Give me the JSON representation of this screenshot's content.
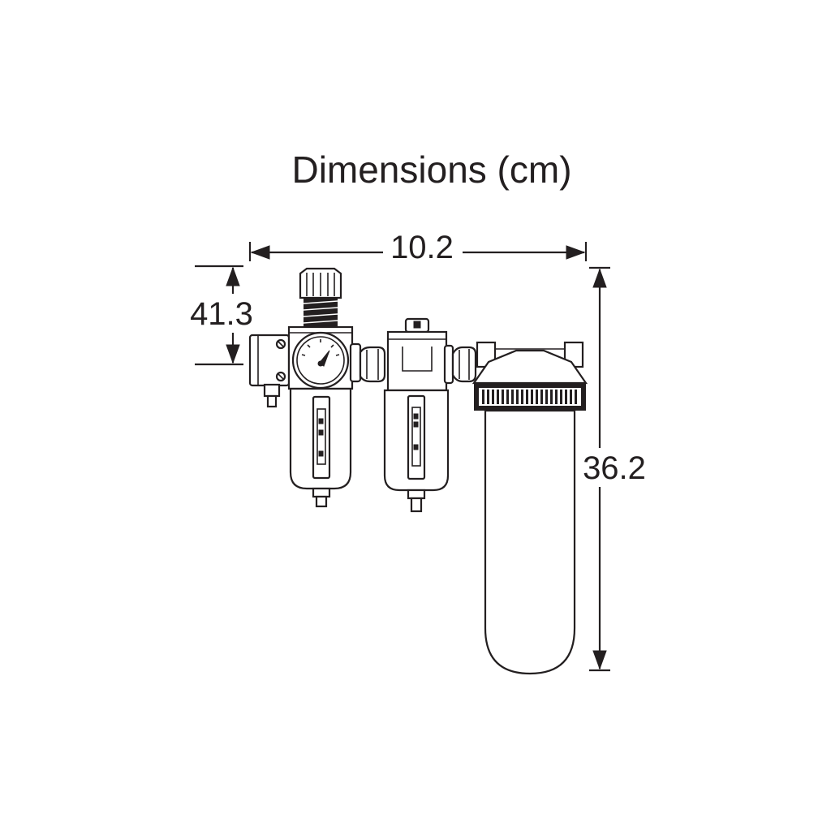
{
  "title": "Dimensions (cm)",
  "dimensions": {
    "width_label": "10.2",
    "height_small_label": "41.3",
    "height_tall_label": "36.2"
  },
  "colors": {
    "line": "#231f20",
    "background": "#ffffff"
  }
}
